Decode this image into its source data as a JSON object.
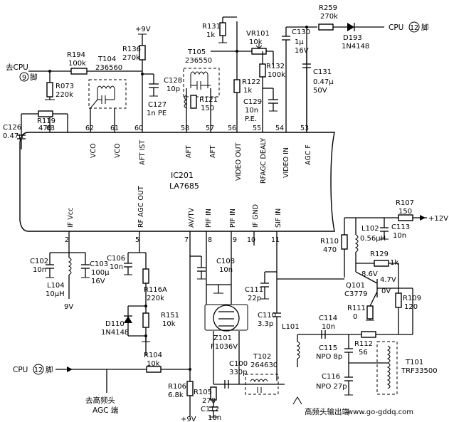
{
  "ic": {
    "ref": "IC201",
    "part": "LA7685"
  },
  "top_pins": [
    {
      "num": "63",
      "label": ""
    },
    {
      "num": "62",
      "label": "VCO"
    },
    {
      "num": "61",
      "label": "VCO"
    },
    {
      "num": "60",
      "label": "AFT IST"
    },
    {
      "num": "58",
      "label": "AFT"
    },
    {
      "num": "57",
      "label": "AFT"
    },
    {
      "num": "56",
      "label": "VIDEO OUT"
    },
    {
      "num": "55",
      "label": "RFAGC DEALY"
    },
    {
      "num": "54",
      "label": "VIDEO IN"
    },
    {
      "num": "53",
      "label": "AGC F"
    }
  ],
  "bottom_pins": [
    {
      "num": "2",
      "label": "IF Vcc"
    },
    {
      "num": "5",
      "label": "RF AGC OUT"
    },
    {
      "num": "7",
      "label": "AV/TV"
    },
    {
      "num": "8",
      "label": "PIF IN"
    },
    {
      "num": "9",
      "label": "PIF IN"
    },
    {
      "num": "10",
      "label": "IF GND"
    },
    {
      "num": "11",
      "label": "SIF IN"
    }
  ],
  "components": {
    "R259": {
      "ref": "R259",
      "value": "270k"
    },
    "D193": {
      "ref": "D193",
      "value": "1N4148"
    },
    "R131": {
      "ref": "R131",
      "value": "1k"
    },
    "VR101": {
      "ref": "VR101",
      "value": "10k"
    },
    "C130": {
      "ref": "C130",
      "value": "1μ",
      "rating": "16V"
    },
    "R194": {
      "ref": "R194",
      "value": "100k"
    },
    "T104": {
      "ref": "T104",
      "value": "236560"
    },
    "R136": {
      "ref": "R136",
      "value": "270k"
    },
    "T105": {
      "ref": "T105",
      "value": "236550"
    },
    "R132": {
      "ref": "R132",
      "value": "100k"
    },
    "R073": {
      "ref": "R073",
      "value": "220k"
    },
    "C128": {
      "ref": "C128",
      "value": "10p"
    },
    "R122": {
      "ref": "R122",
      "value": "1k"
    },
    "C131": {
      "ref": "C131",
      "value": "0.47μ",
      "rating": "50V"
    },
    "C127": {
      "ref": "C127",
      "value": "1n PE"
    },
    "R121": {
      "ref": "R121",
      "value": "150"
    },
    "C129": {
      "ref": "C129",
      "value": "10n",
      "note": "P.E."
    },
    "R119": {
      "ref": "R119",
      "value": "470"
    },
    "C126": {
      "ref": "C126",
      "value": "0.47μ"
    },
    "R107": {
      "ref": "R107",
      "value": "150"
    },
    "L102": {
      "ref": "L102",
      "value": "0.56μH"
    },
    "C113": {
      "ref": "C113",
      "value": "10n"
    },
    "R110": {
      "ref": "R110",
      "value": "470"
    },
    "R129": {
      "ref": "R129",
      "value": "1k"
    },
    "C102": {
      "ref": "C102",
      "value": "10n"
    },
    "C103": {
      "ref": "C103",
      "value": "100μ",
      "rating": "16V"
    },
    "C106": {
      "ref": "C106",
      "value": "10n"
    },
    "C108": {
      "ref": "C108",
      "value": "10n"
    },
    "Q101": {
      "ref": "Q101",
      "value": "C3779"
    },
    "R109": {
      "ref": "R109",
      "value": "120"
    },
    "L104": {
      "ref": "L104",
      "value": "10μH"
    },
    "R116A": {
      "ref": "R116A",
      "value": "220k"
    },
    "C111": {
      "ref": "C111",
      "value": "22p"
    },
    "R111": {
      "ref": "R111",
      "value": "0"
    },
    "D110": {
      "ref": "D110",
      "value": "1N4148"
    },
    "R151": {
      "ref": "R151",
      "value": "10k"
    },
    "C110": {
      "ref": "C110",
      "value": "3.3p"
    },
    "C114": {
      "ref": "C114",
      "value": "10n"
    },
    "Z101": {
      "ref": "Z101",
      "value": "F1036V"
    },
    "L101": {
      "ref": "L101",
      "value": ""
    },
    "R112": {
      "ref": "R112",
      "value": "56"
    },
    "C115": {
      "ref": "C115",
      "value": "NPO 8p"
    },
    "T101": {
      "ref": "T101",
      "value": "TRF33500"
    },
    "R104": {
      "ref": "R104",
      "value": "10k"
    },
    "C100": {
      "ref": "C100",
      "value": "330p"
    },
    "T102": {
      "ref": "T102",
      "value": "264630"
    },
    "C116": {
      "ref": "C116",
      "value": "NPO 27p"
    },
    "R106": {
      "ref": "R106",
      "value": "6.8k"
    },
    "R105": {
      "ref": "R105",
      "value": "270"
    },
    "C112": {
      "ref": "C112",
      "value": "10n"
    }
  },
  "voltages": {
    "v9_top": "+9V",
    "v9_left": "9V",
    "v9_bottom": "+9V",
    "v12": "+12V",
    "q_c": "8.6V",
    "q_b": "4.7V",
    "q_e": "0V"
  },
  "signals": {
    "cpu9_prefix": "去CPU",
    "cpu9_num": "9",
    "cpu9_suffix": "脚",
    "cpu12_top_prefix": "CPU",
    "cpu12_top_num": "12",
    "cpu12_top_suffix": "脚",
    "cpu12_left_prefix": "CPU",
    "cpu12_left_num": "12",
    "cpu12_left_suffix": "脚",
    "agc_line1": "去高频头",
    "agc_line2": "AGC 端",
    "tuner_out": "高频头输出端"
  },
  "watermark": "www.go-gddq.com"
}
